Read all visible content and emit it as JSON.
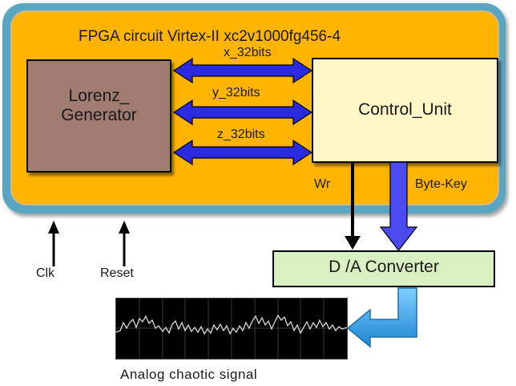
{
  "fpga": {
    "title": "FPGA circuit Virtex-II xc2v1000fg456-4"
  },
  "blocks": {
    "lorenz_line1": "Lorenz_",
    "lorenz_line2": "Generator",
    "control": "Control_Unit",
    "da_converter": "D /A Converter"
  },
  "buses": {
    "x": "x_32bits",
    "y": "y_32bits",
    "z": "z_32bits"
  },
  "signals": {
    "wr": "Wr",
    "byte_key": "Byte-Key",
    "clk": "Clk",
    "reset": "Reset"
  },
  "output_caption": "Analog chaotic signal",
  "colors": {
    "fpga_border": "#5aa6c2",
    "fpga_fill": "#ffb400",
    "lorenz_fill": "#a07c70",
    "control_fill": "#fff7c6",
    "converter_fill": "#d9f0c2",
    "bus_arrow": "#2a2ae0",
    "output_arrow": "#2f9ddf"
  }
}
